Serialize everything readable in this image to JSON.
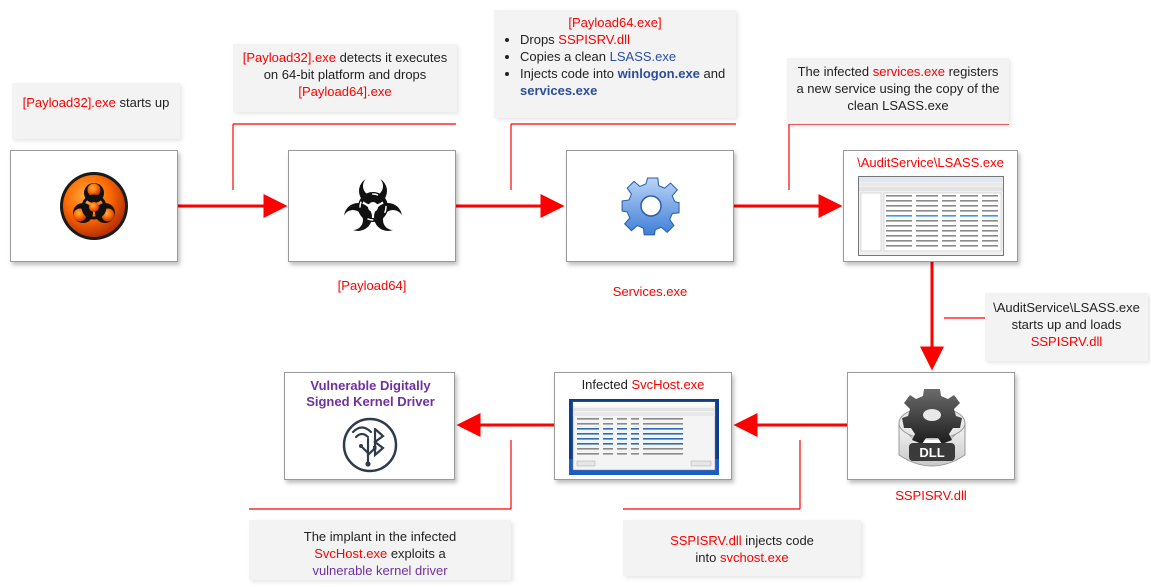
{
  "colors": {
    "accent": "#ff0000",
    "link_blue": "#2b4f9e",
    "purple": "#7030a0",
    "note_bg": "#f3f3f3"
  },
  "notes": {
    "n1": {
      "part1": "[Payload32].exe",
      "part2": " starts up"
    },
    "n2": {
      "part1": "[Payload32].exe",
      "part2": " detects it executes on 64-bit platform and drops ",
      "part3": "[Payload64].exe"
    },
    "n3": {
      "title": "[Payload64.exe]",
      "b1_pre": "Drops ",
      "b1_red": "SSPISRV.dll",
      "b2_pre": "Copies a clean ",
      "b2_blue": "LSASS.exe",
      "b3_pre": "Injects code into ",
      "b3_bold1": "winlogon.exe",
      "b3_and": " and ",
      "b3_bold2": "services.exe"
    },
    "n4": {
      "pre": "The infected ",
      "red": "services.exe",
      "post": " registers a new service using the copy of the clean  LSASS.exe"
    },
    "n5": {
      "line1": "\\AuditService\\LSASS.exe",
      "line2": "starts up and loads",
      "red": "SSPISRV.dll"
    },
    "n6": {
      "red": "SSPISRV.dll",
      "mid": " injects code into ",
      "red2": "svchost.exe"
    },
    "n7": {
      "pre": "The implant in the infected ",
      "red": "SvcHost.exe",
      "mid": " exploits a ",
      "purple": "vulnerable kernel driver"
    }
  },
  "nodes": {
    "payload32": {
      "icon": "biohazard-orange-icon"
    },
    "payload64": {
      "icon": "biohazard-black-icon",
      "caption": "[Payload64]"
    },
    "services": {
      "icon": "gear-icon",
      "caption": "Services.exe"
    },
    "audit": {
      "title": "\\AuditService\\LSASS.exe",
      "icon": "services-window-screenshot"
    },
    "sspisrv": {
      "icon": "dll-gear-icon",
      "caption": "SSPISRV.dll",
      "dll_text": "DLL"
    },
    "svchost": {
      "title_pre": "Infected ",
      "title_red": "SvcHost.exe",
      "icon": "task-manager-screenshot"
    },
    "driver": {
      "title": "Vulnerable Digitally Signed Kernel Driver",
      "icon": "bluetooth-usb-wifi-icon"
    }
  }
}
